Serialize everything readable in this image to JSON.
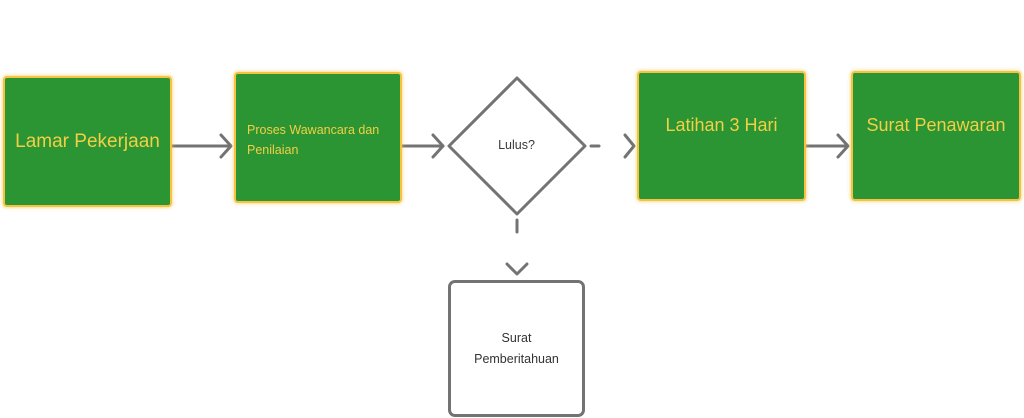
{
  "nodes": {
    "apply": {
      "label": "Lamar Pekerjaan"
    },
    "interview": {
      "label": "Proses Wawancara dan Penilaian"
    },
    "decision": {
      "label": "Lulus?"
    },
    "training": {
      "label": "Latihan 3 Hari"
    },
    "offer": {
      "label": "Surat Penawaran"
    },
    "notice": {
      "label": "Surat Pemberitahuan"
    }
  },
  "colors": {
    "process_fill": "#2b9433",
    "process_border": "#f5c242",
    "process_text": "#f3cf45",
    "connector": "#737373"
  }
}
